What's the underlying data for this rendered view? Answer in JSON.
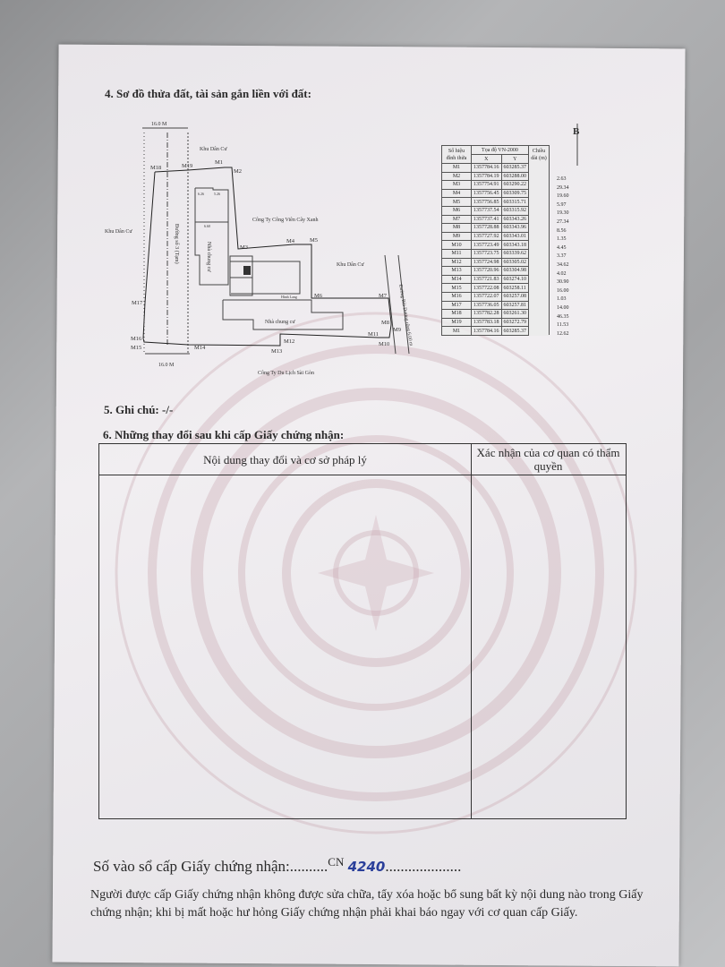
{
  "section4": {
    "title": "4. Sơ đồ thửa đất, tài sản gắn liền với đất:"
  },
  "diagram": {
    "width_top": "16.0 M",
    "width_bottom": "16.0 M",
    "north": "B",
    "labels": {
      "khu_dan_cu_top": "Khu Dân Cư",
      "khu_dan_cu_left": "Khu Dân Cư",
      "khu_dan_cu_right": "Khu Dân Cư",
      "cong_ty_cay_xanh": "Công Ty Công Viên Cây Xanh",
      "cong_ty_du_lich": "Công Ty Du Lịch Sài Gòn",
      "duong_so_3": "Đường số 3 (Tạm)",
      "duong_bui_duong": "Đường Bùi Dương rộng 6.00 m",
      "nha_chung_cu_1": "Nhà chung cư",
      "nha_chung_cu_2": "Nhà chung cư",
      "hanh_lang": "Hành Lang",
      "dim_626": "6.26",
      "dim_526": "5.26",
      "dim_660": "6.60"
    },
    "points": [
      "M1",
      "M2",
      "M3",
      "M4",
      "M5",
      "M6",
      "M7",
      "M8",
      "M9",
      "M10",
      "M11",
      "M12",
      "M13",
      "M14",
      "M15",
      "M16",
      "M17",
      "M18",
      "M19"
    ]
  },
  "coord_table": {
    "header_id": "Số hiệu đỉnh thửa",
    "header_coords": "Tọa độ VN-2000",
    "header_x": "X",
    "header_y": "Y",
    "header_len": "Chiều dài (m)",
    "rows": [
      [
        "M1",
        "1357784.16",
        "603285.37"
      ],
      [
        "M2",
        "1357784.19",
        "603288.00"
      ],
      [
        "M3",
        "1357754.91",
        "603290.22"
      ],
      [
        "M4",
        "1357756.45",
        "603309.75"
      ],
      [
        "M5",
        "1357756.85",
        "603315.71"
      ],
      [
        "M6",
        "1357737.54",
        "603315.92"
      ],
      [
        "M7",
        "1357737.41",
        "603343.26"
      ],
      [
        "M8",
        "1357728.88",
        "603343.96"
      ],
      [
        "M9",
        "1357727.92",
        "603343.01"
      ],
      [
        "M10",
        "1357723.49",
        "603343.18"
      ],
      [
        "M11",
        "1357723.75",
        "603339.62"
      ],
      [
        "M12",
        "1357724.98",
        "603305.02"
      ],
      [
        "M13",
        "1357720.96",
        "603304.98"
      ],
      [
        "M14",
        "1357721.83",
        "603274.10"
      ],
      [
        "M15",
        "1357722.08",
        "603258.11"
      ],
      [
        "M16",
        "1357722.07",
        "603257.08"
      ],
      [
        "M17",
        "1357736.05",
        "603257.81"
      ],
      [
        "M18",
        "1357782.28",
        "603261.30"
      ],
      [
        "M19",
        "1357783.18",
        "603272.79"
      ],
      [
        "M1",
        "1357784.16",
        "603285.37"
      ]
    ],
    "lengths": [
      "2.63",
      "29.34",
      "19.60",
      "5.97",
      "19.30",
      "27.34",
      "8.56",
      "1.35",
      "4.45",
      "3.37",
      "34.62",
      "4.02",
      "30.90",
      "16.00",
      "1.03",
      "14.00",
      "46.35",
      "11.53",
      "12.62"
    ]
  },
  "section5": {
    "title": "5. Ghi chú: -/-"
  },
  "section6": {
    "title": "6. Những thay đổi sau khi cấp Giấy chứng nhận:",
    "col1": "Nội dung thay đổi và cơ sở pháp lý",
    "col2": "Xác nhận của cơ quan có thẩm quyền"
  },
  "registry": {
    "label": "Số vào sổ cấp Giấy chứng nhận:",
    "prefix": "CN",
    "number": "4240",
    "dots_before": "..........",
    "dots_after": "...................."
  },
  "notice": "Người được cấp Giấy chứng nhận không được sửa chữa, tẩy xóa hoặc bổ sung bất kỳ nội dung nào trong Giấy chứng nhận; khi bị mất hoặc hư hỏng Giấy chứng nhận phải khai báo ngay với cơ quan cấp Giấy."
}
